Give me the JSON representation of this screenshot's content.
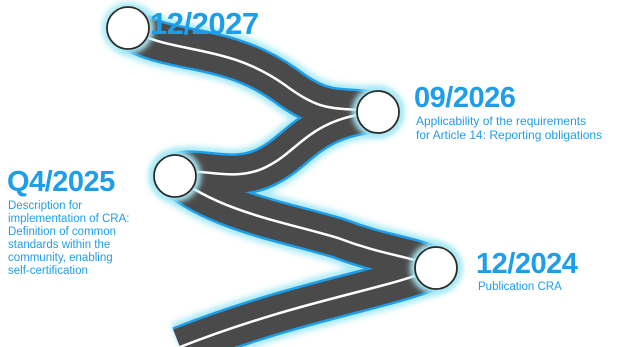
{
  "colors": {
    "accent": "#1e9ee8",
    "road": "#4a4a4a",
    "road_edge": "#1e9ee8",
    "glow": "#a9eaf6",
    "lane": "#ffffff"
  },
  "milestones": [
    {
      "date": "12/2027",
      "description": []
    },
    {
      "date": "09/2026",
      "description": [
        "Applicability of the requirements",
        "for Article 14: Reporting obligations"
      ]
    },
    {
      "date": "Q4/2025",
      "description": [
        "Description for",
        "implementation of CRA:",
        "Definition of common",
        "standards within the",
        "community, enabling",
        "self-certification"
      ]
    },
    {
      "date": "12/2024",
      "description": [
        "Publication CRA"
      ]
    }
  ]
}
